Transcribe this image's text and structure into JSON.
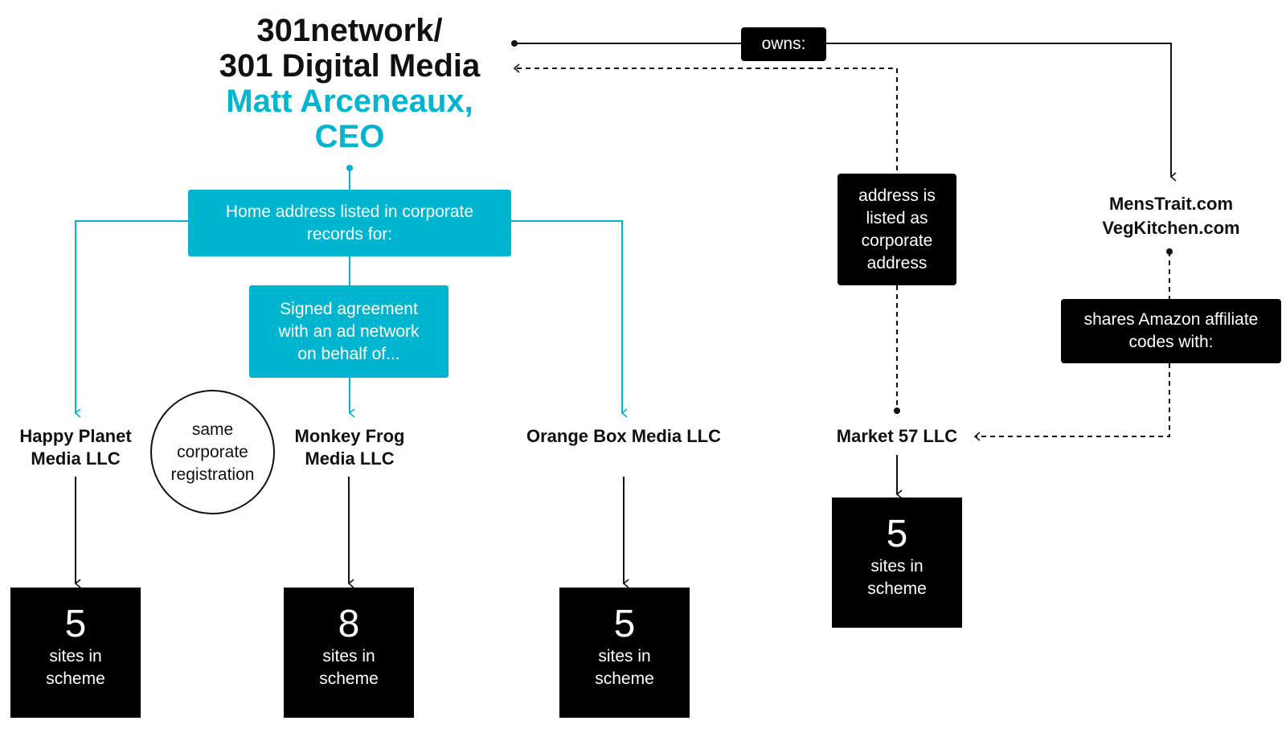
{
  "header": {
    "line1": "301network/",
    "line2": "301 Digital Media",
    "line3": "Matt Arceneaux,",
    "line4": "CEO"
  },
  "boxes": {
    "home_address": "Home address listed in corporate\nrecords for:",
    "signed_agreement": "Signed agreement\nwith an ad network\non behalf of...",
    "owns": "owns:",
    "address_listed": "address is\nlisted as\ncorporate\naddress",
    "shares_codes": "shares Amazon affiliate\ncodes with:"
  },
  "circle_note": "same\ncorporate\nregistration",
  "entities": {
    "happy_planet": "Happy Planet\nMedia LLC",
    "monkey_frog": "Monkey Frog\nMedia LLC",
    "orange_box": "Orange Box Media LLC",
    "market57": "Market 57 LLC",
    "sites": "MensTrait.com\nVegKitchen.com"
  },
  "counts": {
    "happy_planet": {
      "number": "5",
      "label": "sites in\nscheme"
    },
    "monkey_frog": {
      "number": "8",
      "label": "sites in\nscheme"
    },
    "orange_box": {
      "number": "5",
      "label": "sites in\nscheme"
    },
    "market57": {
      "number": "5",
      "label": "sites in\nscheme"
    }
  },
  "colors": {
    "accent": "#00b5d0",
    "dark": "#000000",
    "background": "#ffffff"
  }
}
